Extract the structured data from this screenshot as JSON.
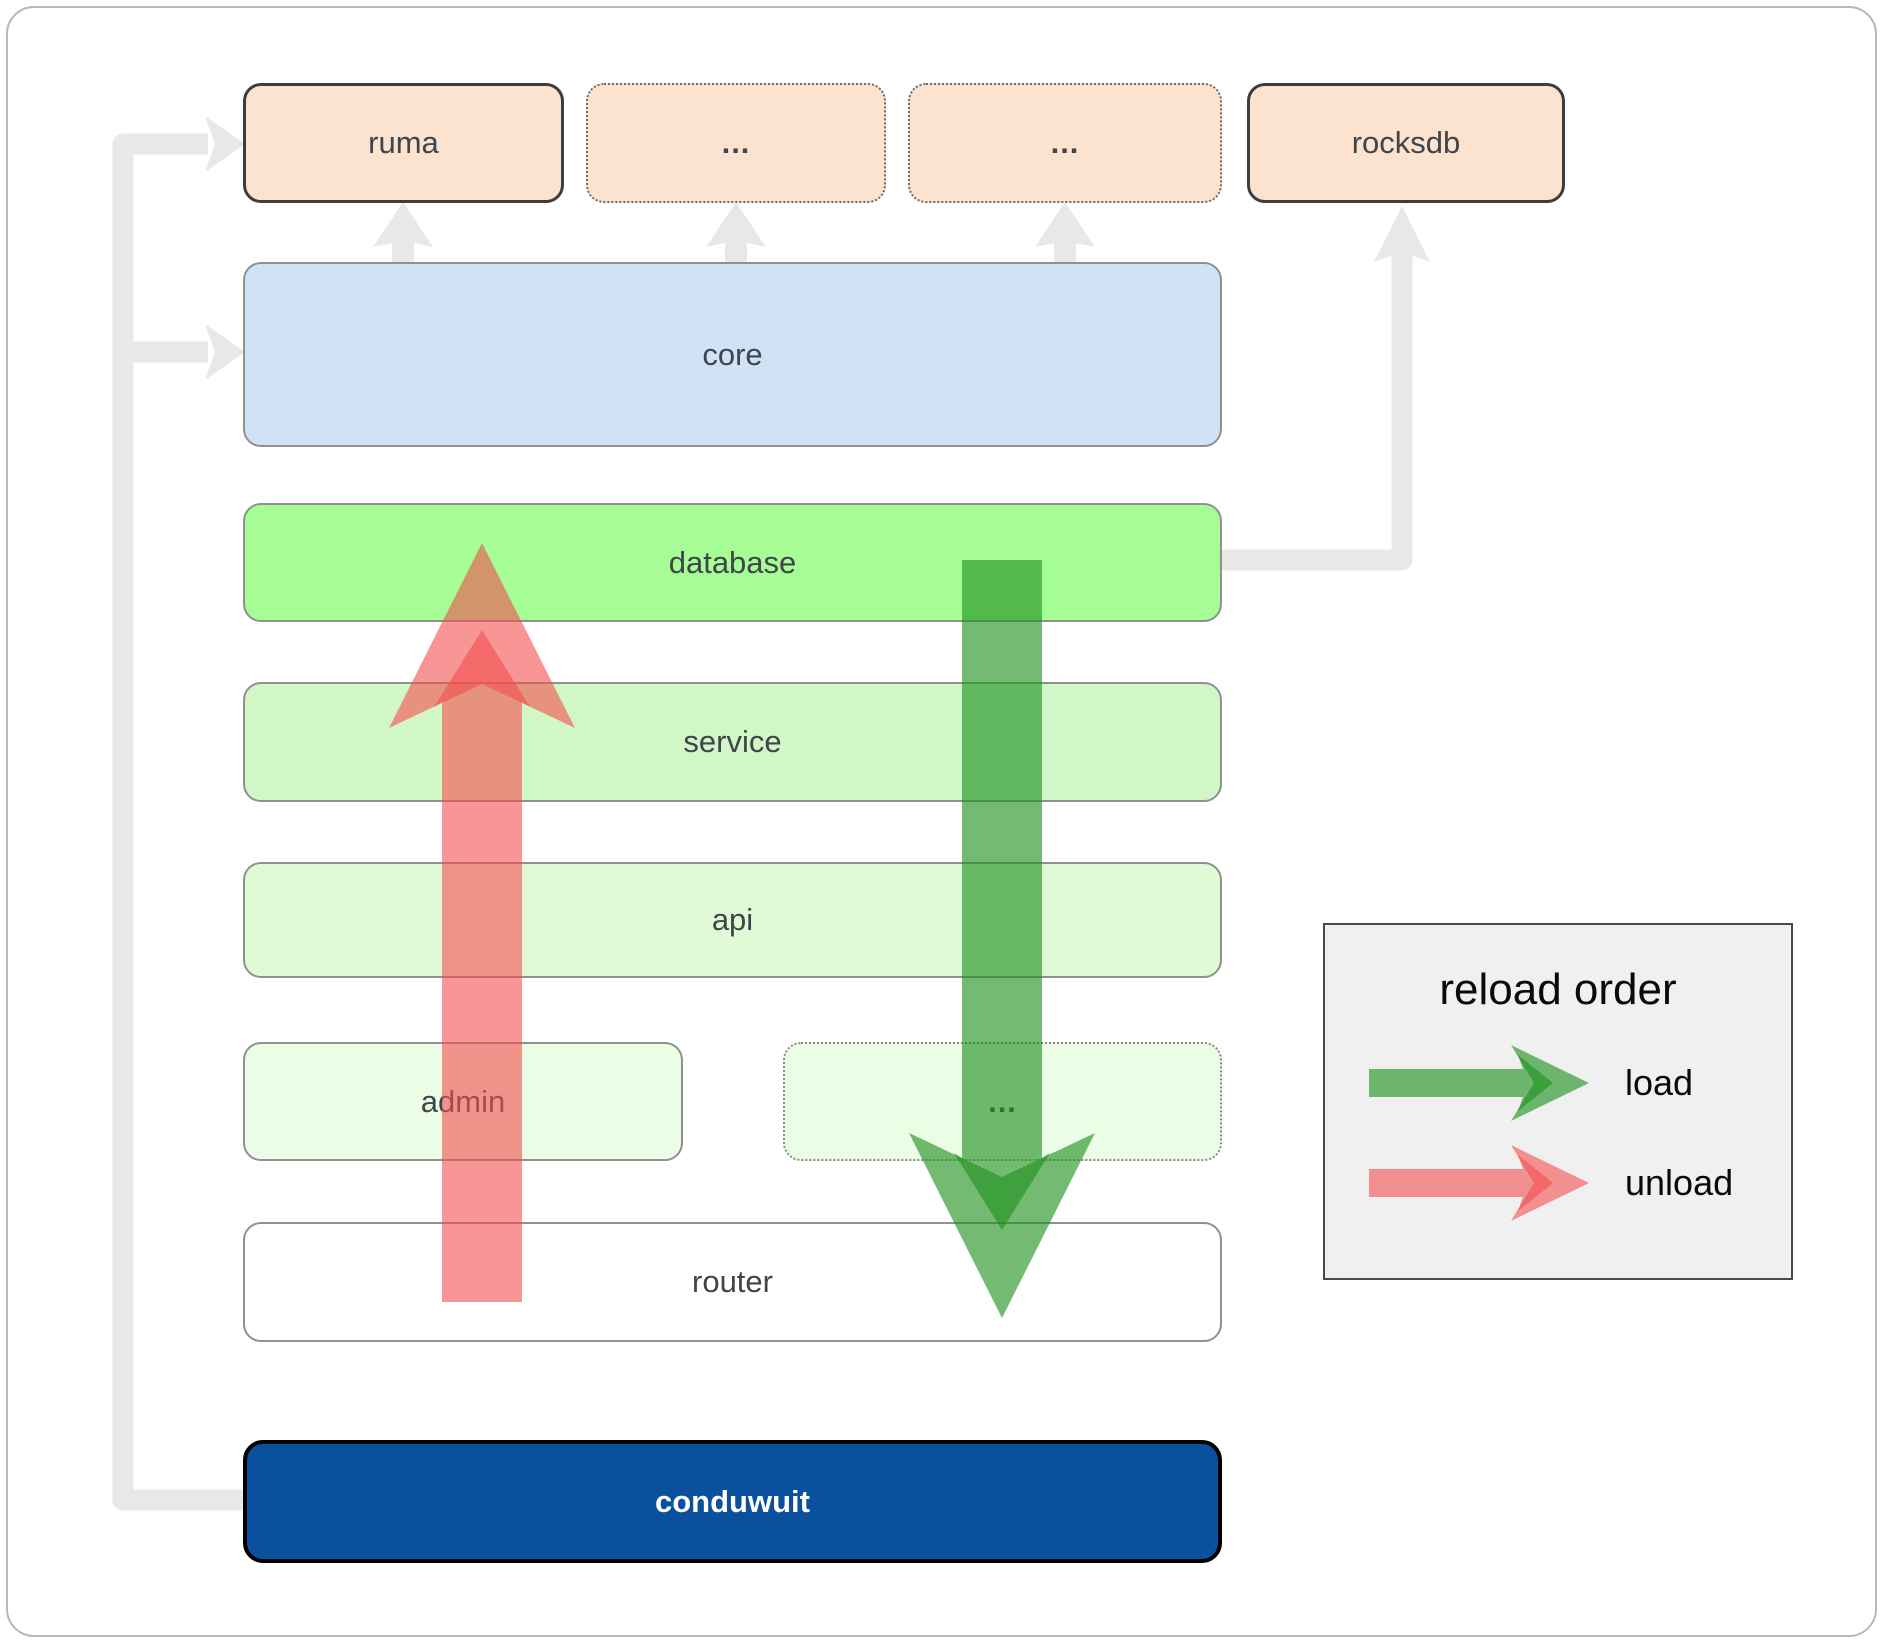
{
  "boxes": {
    "ruma": "ruma",
    "top_dots_1": "...",
    "top_dots_2": "...",
    "rocksdb": "rocksdb",
    "core": "core",
    "database": "database",
    "service": "service",
    "api": "api",
    "admin": "admin",
    "mid_dots": "...",
    "router": "router",
    "conduwuit": "conduwuit"
  },
  "legend": {
    "title": "reload order",
    "load_label": "load",
    "unload_label": "unload"
  },
  "colors": {
    "load_arrow_green": "#1d921d",
    "unload_arrow_red": "#f34f4f",
    "peach_fill": "#fce3cf",
    "core_fill": "#d0e3f6",
    "database_fill": "#a6fd96",
    "service_fill": "#d2f7c7",
    "api_fill": "#e0fad6",
    "admin_fill": "#ecfde5",
    "conduwuit_fill": "#0a509c",
    "connector_gray": "#e8e8e8",
    "legend_bg": "#f0f0f0"
  }
}
